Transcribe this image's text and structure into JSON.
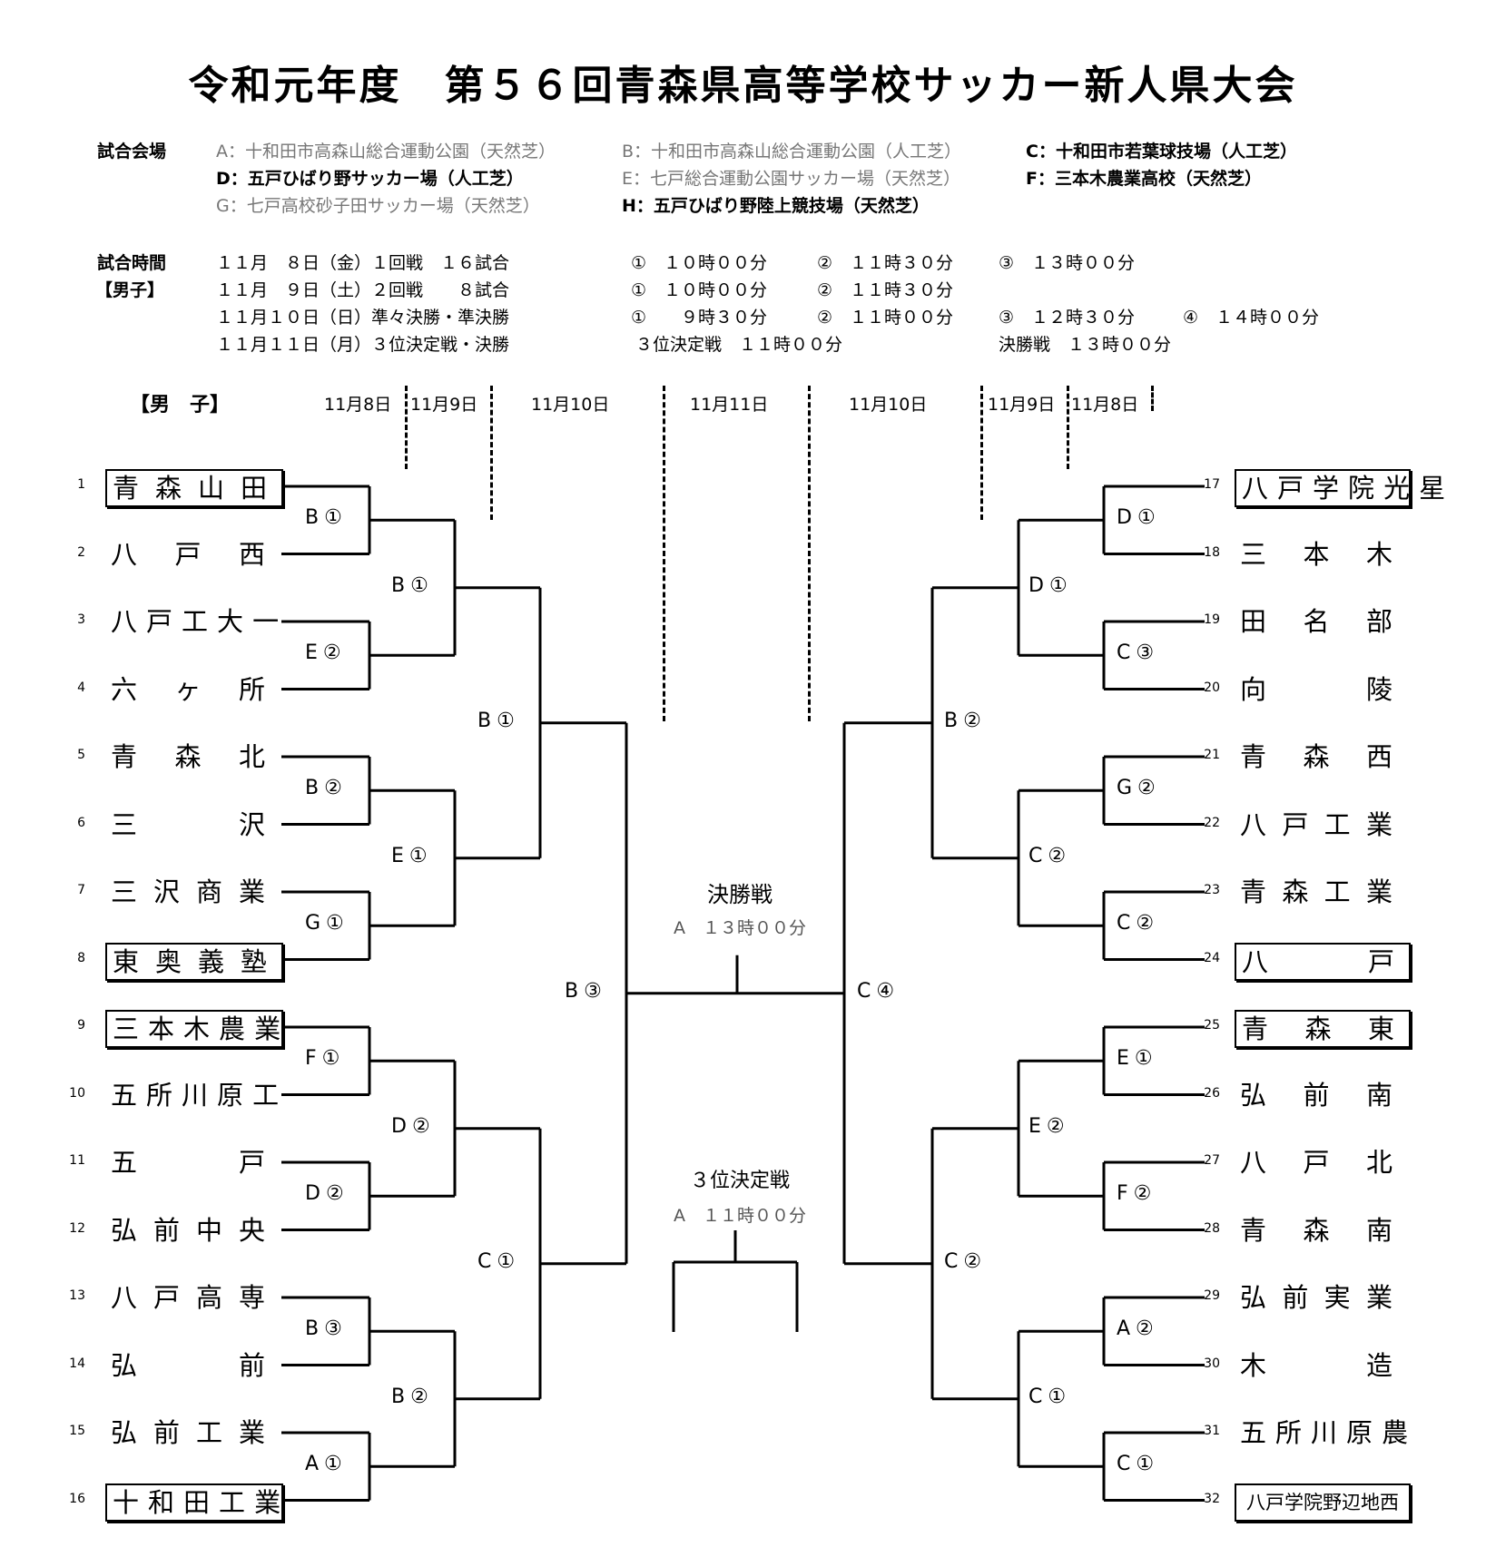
{
  "title": "令和元年度　第５６回青森県高等学校サッカー新人県大会",
  "venues": {
    "label": "試合会場",
    "items": [
      {
        "text": "A：十和田市高森山総合運動公園（天然芝）",
        "style": "sub"
      },
      {
        "text": "B：十和田市高森山総合運動公園（人工芝）",
        "style": "sub"
      },
      {
        "text": "C：十和田市若葉球技場（人工芝）",
        "style": "main"
      },
      {
        "text": "D：五戸ひばり野サッカー場（人工芝）",
        "style": "main"
      },
      {
        "text": "E：七戸総合運動公園サッカー場（天然芝）",
        "style": "sub"
      },
      {
        "text": "F：三本木農業高校（天然芝）",
        "style": "main"
      },
      {
        "text": "G：七戸高校砂子田サッカー場（天然芝）",
        "style": "sub"
      },
      {
        "text": "H：五戸ひばり野陸上競技場（天然芝）",
        "style": "main"
      }
    ]
  },
  "schedule": {
    "label": "試合時間",
    "sublabel": "【男子】",
    "rows": [
      {
        "date": "１１月　８日（金）１回戦　１６試合",
        "times": [
          "①　１０時００分",
          "②　１１時３０分",
          "③　１３時００分"
        ]
      },
      {
        "date": "１１月　９日（土）２回戦　　８試合",
        "times": [
          "①　１０時００分",
          "②　１１時３０分"
        ]
      },
      {
        "date": "１１月１０日（日）準々決勝・準決勝",
        "times": [
          "①　　９時３０分",
          "②　１１時００分",
          "③　１２時３０分",
          "④　１４時００分"
        ]
      },
      {
        "date": "１１月１１日（月）３位決定戦・決勝",
        "times": [
          "３位決定戦　１１時００分",
          "決勝戦　１３時００分"
        ]
      }
    ]
  },
  "bracket_label": "【男　子】",
  "date_headers": [
    "11月8日",
    "11月9日",
    "11月10日",
    "11月11日",
    "11月10日",
    "11月9日",
    "11月8日"
  ],
  "teams_left": [
    {
      "seed": "1",
      "name": "青森山田",
      "boxed": true
    },
    {
      "seed": "2",
      "name": "八戸西",
      "boxed": false
    },
    {
      "seed": "3",
      "name": "八戸工大一",
      "boxed": false
    },
    {
      "seed": "4",
      "name": "六ヶ所",
      "boxed": false
    },
    {
      "seed": "5",
      "name": "青森北",
      "boxed": false
    },
    {
      "seed": "6",
      "name": "三沢",
      "boxed": false
    },
    {
      "seed": "7",
      "name": "三沢商業",
      "boxed": false
    },
    {
      "seed": "8",
      "name": "東奥義塾",
      "boxed": true
    },
    {
      "seed": "9",
      "name": "三本木農業",
      "boxed": true
    },
    {
      "seed": "10",
      "name": "五所川原工",
      "boxed": false
    },
    {
      "seed": "11",
      "name": "五戸",
      "boxed": false
    },
    {
      "seed": "12",
      "name": "弘前中央",
      "boxed": false
    },
    {
      "seed": "13",
      "name": "八戸高専",
      "boxed": false
    },
    {
      "seed": "14",
      "name": "弘前",
      "boxed": false
    },
    {
      "seed": "15",
      "name": "弘前工業",
      "boxed": false
    },
    {
      "seed": "16",
      "name": "十和田工業",
      "boxed": true
    }
  ],
  "teams_right": [
    {
      "seed": "17",
      "name": "八戸学院光星",
      "boxed": true
    },
    {
      "seed": "18",
      "name": "三本木",
      "boxed": false
    },
    {
      "seed": "19",
      "name": "田名部",
      "boxed": false
    },
    {
      "seed": "20",
      "name": "向陵",
      "boxed": false
    },
    {
      "seed": "21",
      "name": "青森西",
      "boxed": false
    },
    {
      "seed": "22",
      "name": "八戸工業",
      "boxed": false
    },
    {
      "seed": "23",
      "name": "青森工業",
      "boxed": false
    },
    {
      "seed": "24",
      "name": "八戸",
      "boxed": true
    },
    {
      "seed": "25",
      "name": "青森東",
      "boxed": true
    },
    {
      "seed": "26",
      "name": "弘前南",
      "boxed": false
    },
    {
      "seed": "27",
      "name": "八戸北",
      "boxed": false
    },
    {
      "seed": "28",
      "name": "青森南",
      "boxed": false
    },
    {
      "seed": "29",
      "name": "弘前実業",
      "boxed": false
    },
    {
      "seed": "30",
      "name": "木造",
      "boxed": false
    },
    {
      "seed": "31",
      "name": "五所川原農",
      "boxed": false
    },
    {
      "seed": "32",
      "name": "八戸学院野辺地西",
      "boxed": true
    }
  ],
  "match_labels": {
    "left_r1": [
      "B①",
      "E②",
      "B②",
      "G①",
      "F①",
      "D②",
      "B③",
      "A①"
    ],
    "left_r2": [
      "B①",
      "E①",
      "D②",
      "B②"
    ],
    "left_qf": [
      "B①",
      "C①"
    ],
    "left_sf": "B③",
    "right_r1": [
      "D①",
      "C③",
      "G②",
      "C②",
      "E①",
      "F②",
      "A②",
      "C①"
    ],
    "right_r2": [
      "D①",
      "C②",
      "E②",
      "C①"
    ],
    "right_qf": [
      "B②",
      "C②"
    ],
    "right_sf": "C④"
  },
  "final": {
    "title": "決勝戦",
    "info": "A　１３時００分"
  },
  "third_place": {
    "title": "３位決定戦",
    "info": "A　１１時００分"
  }
}
